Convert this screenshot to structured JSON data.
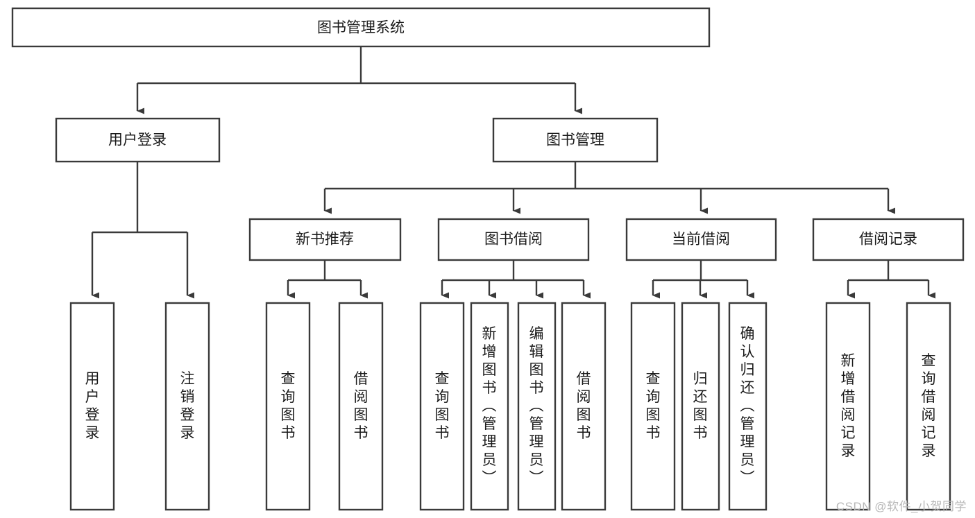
{
  "diagram": {
    "title": "图书管理系统",
    "type": "tree-hierarchy-chart",
    "colors": {
      "box_fill": "#ffffff",
      "box_stroke": "#3a3a3a",
      "text": "#1a1a1a",
      "background": "#ffffff",
      "watermark": "#b8b8b8"
    },
    "root": {
      "label": "图书管理系统"
    },
    "level2": [
      {
        "label": "用户登录"
      },
      {
        "label": "图书管理"
      }
    ],
    "level3": [
      {
        "label": "新书推荐"
      },
      {
        "label": "图书借阅"
      },
      {
        "label": "当前借阅"
      },
      {
        "label": "借阅记录"
      }
    ],
    "leaves": {
      "user_login": [
        {
          "label": "用户登录"
        },
        {
          "label": "注销登录"
        }
      ],
      "new_book_recommend": [
        {
          "label": "查询图书"
        },
        {
          "label": "借阅图书"
        }
      ],
      "book_borrow": [
        {
          "label": "查询图书"
        },
        {
          "label": "新增图书（管理员）"
        },
        {
          "label": "编辑图书（管理员）"
        },
        {
          "label": "借阅图书"
        }
      ],
      "current_borrow": [
        {
          "label": "查询图书"
        },
        {
          "label": "归还图书"
        },
        {
          "label": "确认归还（管理员）"
        }
      ],
      "borrow_record": [
        {
          "label": "新增借阅记录"
        },
        {
          "label": "查询借阅记录"
        }
      ]
    }
  },
  "watermark": {
    "text": "CSDN @软件_小贺同学"
  }
}
